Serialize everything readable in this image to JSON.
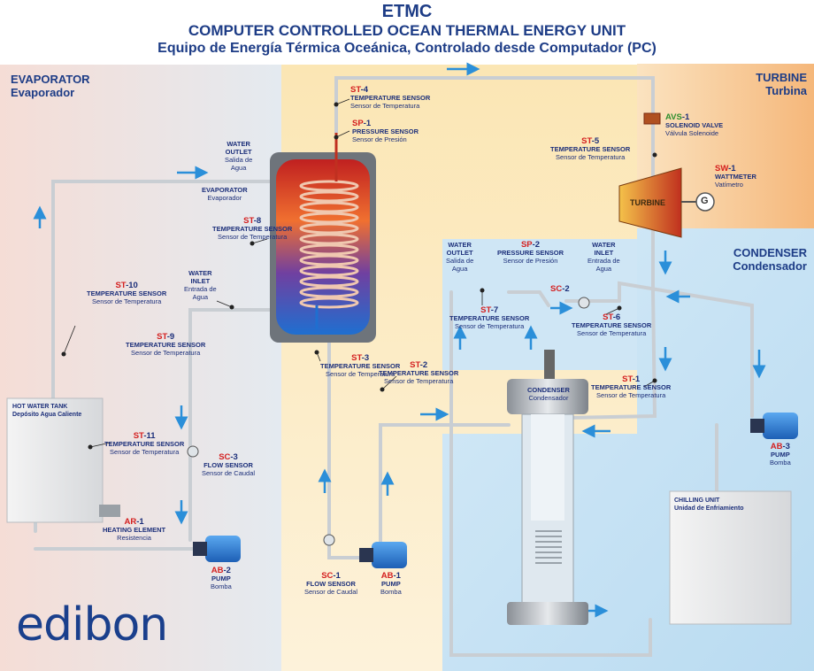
{
  "header": {
    "title": "ETMC",
    "subtitle_en": "COMPUTER CONTROLLED OCEAN THERMAL ENERGY UNIT",
    "subtitle_es": "Equipo de Energía Térmica Oceánica, Controlado desde Computador (PC)"
  },
  "sections": {
    "evaporator": {
      "en": "EVAPORATOR",
      "es": "Evaporador"
    },
    "turbine": {
      "en": "TURBINE",
      "es": "Turbina"
    },
    "condenser": {
      "en": "CONDENSER",
      "es": "Condensador"
    }
  },
  "sensors": {
    "st4": {
      "pre": "ST",
      "num": "-4",
      "en": "TEMPERATURE SENSOR",
      "es": "Sensor de Temperatura"
    },
    "sp1": {
      "pre": "SP",
      "num": "-1",
      "en": "PRESSURE SENSOR",
      "es": "Sensor de Presión"
    },
    "avs1": {
      "pre": "AVS",
      "num": "-1",
      "en": "SOLENOID VALVE",
      "es": "Válvula Solenoide"
    },
    "st5": {
      "pre": "ST",
      "num": "-5",
      "en": "TEMPERATURE SENSOR",
      "es": "Sensor de Temperatura"
    },
    "sw1": {
      "pre": "SW",
      "num": "-1",
      "en": "WATTMETER",
      "es": "Vatímetro"
    },
    "st8": {
      "pre": "ST",
      "num": "-8",
      "en": "TEMPERATURE SENSOR",
      "es": "Sensor de Temperatura"
    },
    "st10": {
      "pre": "ST",
      "num": "-10",
      "en": "TEMPERATURE SENSOR",
      "es": "Sensor de Temperatura"
    },
    "st9": {
      "pre": "ST",
      "num": "-9",
      "en": "TEMPERATURE SENSOR",
      "es": "Sensor de Temperatura"
    },
    "st11": {
      "pre": "ST",
      "num": "-11",
      "en": "TEMPERATURE SENSOR",
      "es": "Sensor de Temperatura"
    },
    "sc3": {
      "pre": "SC",
      "num": "-3",
      "en": "FLOW SENSOR",
      "es": "Sensor de Caudal"
    },
    "sp2": {
      "pre": "SP",
      "num": "-2",
      "en": "PRESSURE SENSOR",
      "es": "Sensor de Presión"
    },
    "sc2": {
      "pre": "SC",
      "num": "-2"
    },
    "st7": {
      "pre": "ST",
      "num": "-7",
      "en": "TEMPERATURE SENSOR",
      "es": "Sensor de Temperatura"
    },
    "st6": {
      "pre": "ST",
      "num": "-6",
      "en": "TEMPERATURE SENSOR",
      "es": "Sensor de Temperatura"
    },
    "st3": {
      "pre": "ST",
      "num": "-3",
      "en": "TEMPERATURE SENSOR",
      "es": "Sensor de Temperatura"
    },
    "st2": {
      "pre": "ST",
      "num": "-2",
      "en": "TEMPERATURE SENSOR",
      "es": "Sensor de Temperatura"
    },
    "st1": {
      "pre": "ST",
      "num": "-1",
      "en": "TEMPERATURE SENSOR",
      "es": "Sensor de Temperatura"
    },
    "sc1": {
      "pre": "SC",
      "num": "-1",
      "en": "FLOW SENSOR",
      "es": "Sensor de Caudal"
    }
  },
  "equipment": {
    "water_outlet_evap": {
      "en1": "WATER",
      "en2": "OUTLET",
      "es1": "Salida de",
      "es2": "Agua"
    },
    "evaporator": {
      "en": "EVAPORATOR",
      "es": "Evaporador"
    },
    "water_inlet_evap": {
      "en1": "WATER",
      "en2": "INLET",
      "es1": "Entrada de",
      "es2": "Agua"
    },
    "hot_tank": {
      "en": "HOT WATER TANK",
      "es": "Depósito Agua Caliente"
    },
    "ar1": {
      "pre": "AR",
      "num": "-1",
      "en": "HEATING ELEMENT",
      "es": "Resistencia"
    },
    "ab2": {
      "pre": "AB",
      "num": "-2",
      "en": "PUMP",
      "es": "Bomba"
    },
    "ab1": {
      "pre": "AB",
      "num": "-1",
      "en": "PUMP",
      "es": "Bomba"
    },
    "ab3": {
      "pre": "AB",
      "num": "-3",
      "en": "PUMP",
      "es": "Bomba"
    },
    "water_outlet_cond": {
      "en1": "WATER",
      "en2": "OUTLET",
      "es1": "Salida de",
      "es2": "Agua"
    },
    "water_inlet_cond": {
      "en1": "WATER",
      "en2": "INLET",
      "es1": "Entrada de",
      "es2": "Agua"
    },
    "condenser": {
      "en": "CONDENSER",
      "es": "Condensador"
    },
    "chilling": {
      "en": "CHILLING UNIT",
      "es": "Unidad de Enfriamiento"
    },
    "turbine": "TURBINE",
    "generator": "G"
  },
  "logo": "edibon",
  "colors": {
    "title_blue": "#1d3c86",
    "code_red": "#d42020",
    "code_green": "#2f8f2f",
    "pipe": "#c9ced3",
    "arrow": "#2b8fd9",
    "evap_bg": "#f3ece8",
    "turbine_bg": "#f7c890",
    "condenser_bg": "#cfe6f5",
    "middle_bg": "#fbeac4"
  }
}
